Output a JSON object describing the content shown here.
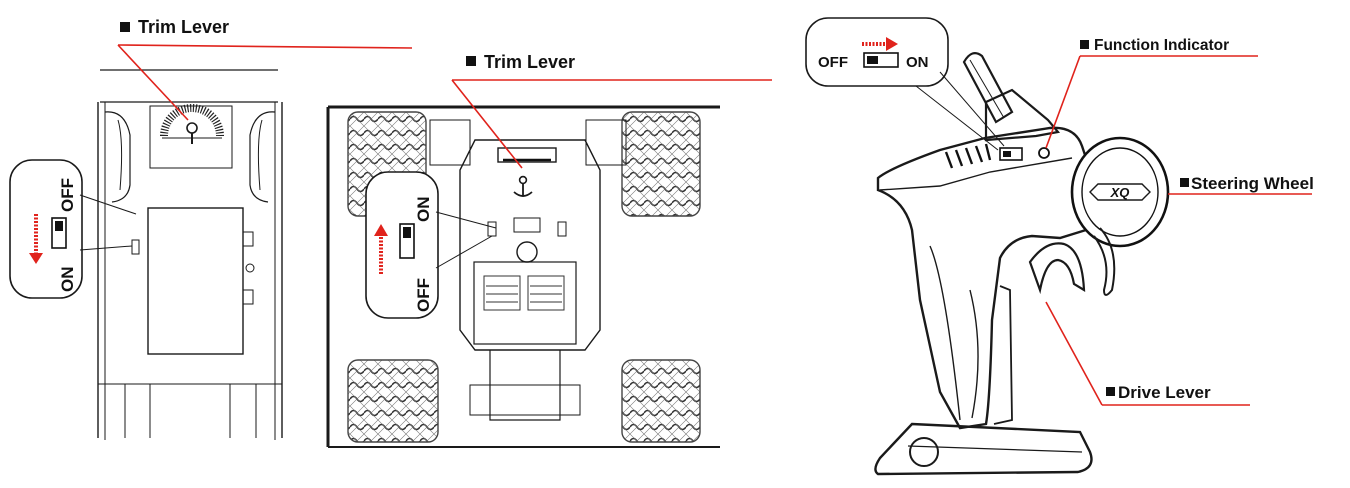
{
  "panel1": {
    "trim_label": "Trim Lever",
    "switch_off": "OFF",
    "switch_on": "ON"
  },
  "panel2": {
    "trim_label": "Trim Lever",
    "switch_on": "ON",
    "switch_off": "OFF"
  },
  "panel3": {
    "switch_off": "OFF",
    "switch_on": "ON",
    "function_indicator_label": "Function Indicator",
    "steering_wheel_label": "Steering Wheel",
    "drive_lever_label": "Drive Lever",
    "wheel_logo": "XQ"
  },
  "colors": {
    "accent": "#e0231c",
    "line": "#1a1a1a"
  }
}
